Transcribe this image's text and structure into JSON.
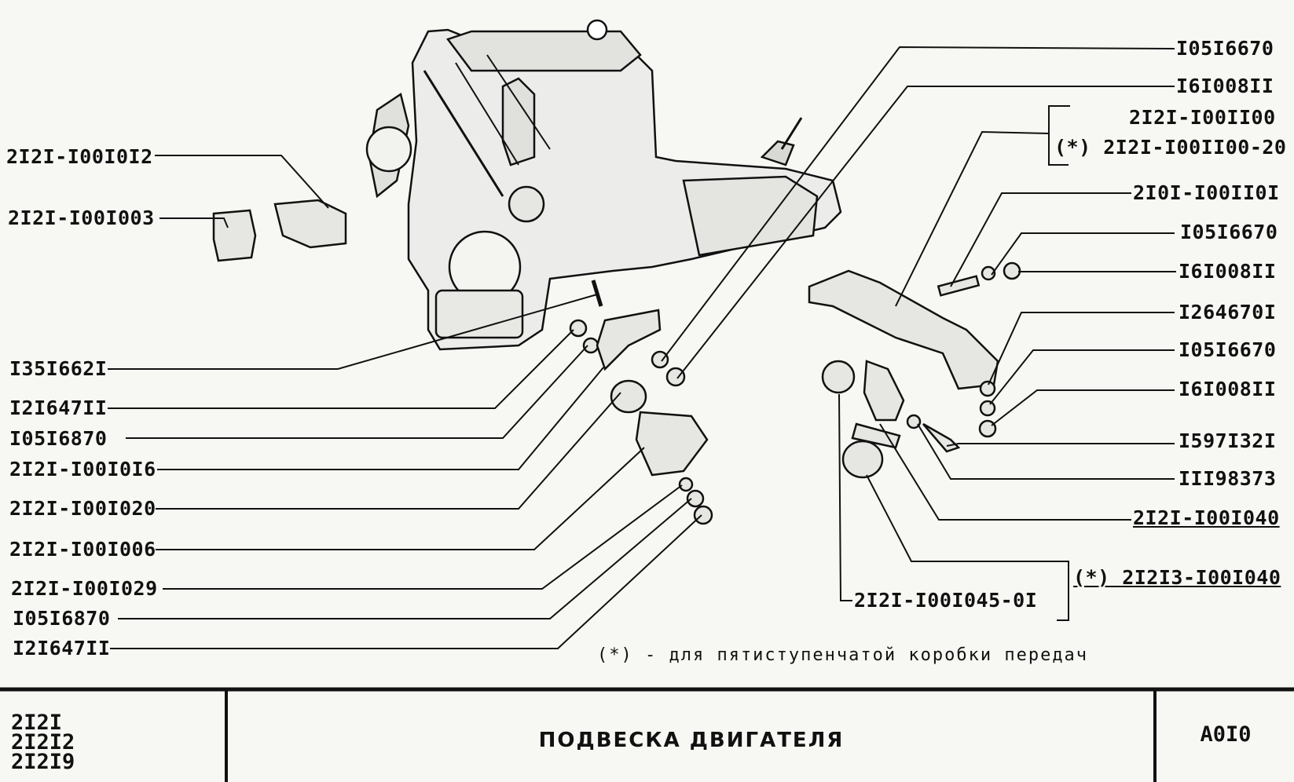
{
  "labels_left": [
    "2I2I-I00I0I2",
    "2I2I-I00I003",
    "I35I662I",
    "I2I647II",
    "I05I6870",
    "2I2I-I00I0I6",
    "2I2I-I00I020",
    "2I2I-I00I006",
    "2I2I-I00I029",
    "I05I6870",
    "I2I647II"
  ],
  "labels_right": [
    "I05I6670",
    "I6I008II",
    "2I2I-I00II00",
    "(*) 2I2I-I00II00-20",
    "2I0I-I00II0I",
    "I05I6670",
    "I6I008II",
    "I264670I",
    "I05I6670",
    "I6I008II",
    "I597I32I",
    "III98373",
    "2I2I-I00I040",
    "(*) 2I2I3-I00I040",
    "2I2I-I00I045-0I"
  ],
  "footnote": "(*) - для пятиступенчатой коробки передач",
  "title_block": {
    "models": [
      "2I2I",
      "2I2I2",
      "2I2I9"
    ],
    "title": "ПОДВЕСКА  ДВИГАТЕЛЯ",
    "code": "A0I0"
  }
}
